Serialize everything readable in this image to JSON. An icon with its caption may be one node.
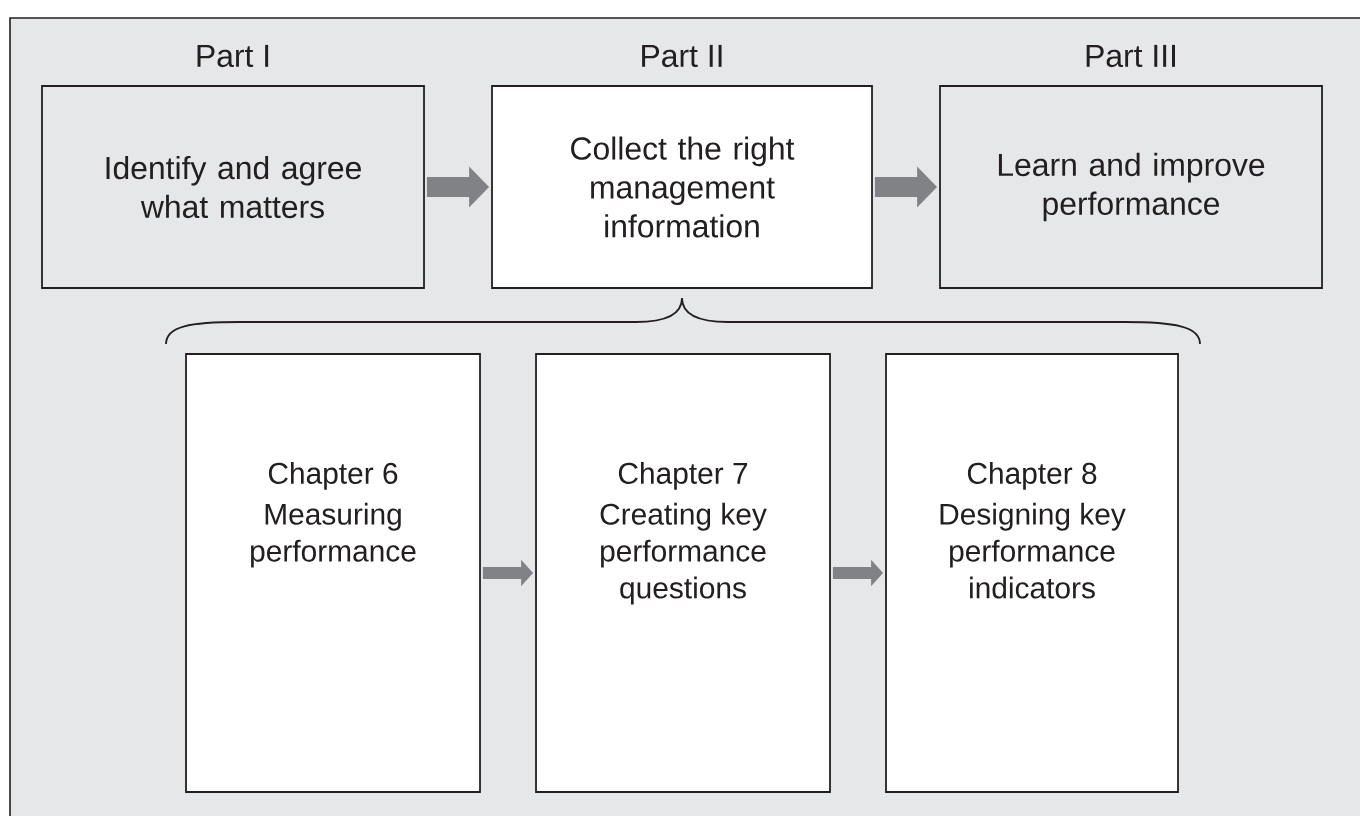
{
  "diagram": {
    "nodes": [
      {
        "text": [
          "Part I",
          "Identify and agree what matters"
        ]
      },
      {
        "text": [
          "Part II",
          "Collect the right management information"
        ]
      },
      {
        "text": [
          "Part III",
          "Learn and improve performance"
        ]
      },
      {
        "text": [
          "Chapter 6",
          "Measuring performance"
        ]
      },
      {
        "text": [
          "Chapter 7",
          "Creating key performance questions"
        ]
      },
      {
        "text": [
          "Chapter 8",
          "Designing key performance indicators"
        ]
      }
    ],
    "edges": [
      {
        "from": 0,
        "to": 1,
        "arrow": "to"
      },
      {
        "from": 1,
        "to": 2,
        "arrow": "to"
      },
      {
        "from": 3,
        "to": 4,
        "arrow": "to"
      },
      {
        "from": 4,
        "to": 5,
        "arrow": "to"
      }
    ]
  }
}
